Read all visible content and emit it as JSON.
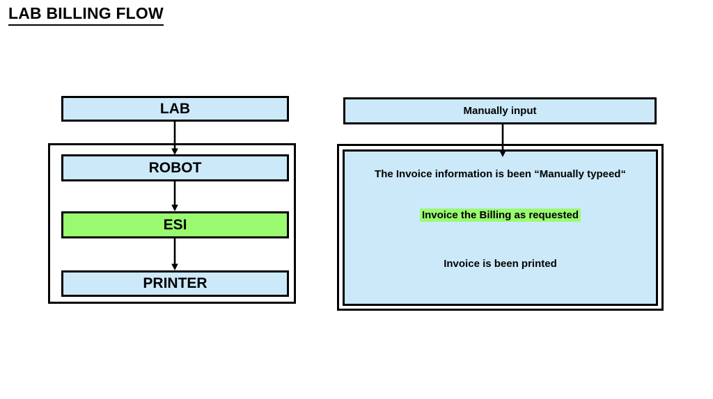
{
  "slide": {
    "title": "LAB BILLING FLOW",
    "background_color": "#FFFFFF"
  },
  "colors": {
    "node_fill_blue": "#CCE9F9",
    "highlight_green": "#99FA70",
    "border": "#000000",
    "text": "#000000"
  },
  "left_flow": {
    "source_node": {
      "label": "LAB",
      "fill": "#CCE9F9"
    },
    "group_label": "",
    "nodes": [
      {
        "label": "ROBOT",
        "fill": "#CCE9F9"
      },
      {
        "label": "ESI",
        "fill": "#99FA70"
      },
      {
        "label": "PRINTER",
        "fill": "#CCE9F9"
      }
    ],
    "connectors": [
      {
        "from": "LAB",
        "to": "ROBOT",
        "type": "arrow-down"
      },
      {
        "from": "ROBOT",
        "to": "ESI",
        "type": "arrow-down"
      },
      {
        "from": "ESI",
        "to": "PRINTER",
        "type": "arrow-down"
      }
    ]
  },
  "right_flow": {
    "source_node": {
      "label": "Manually input",
      "fill": "#CCE9F9"
    },
    "connectors": [
      {
        "from": "Manually input",
        "to": "panel",
        "type": "arrow-down"
      }
    ],
    "panel": {
      "fill": "#CCE9F9",
      "lines": [
        {
          "text": "The Invoice information is been “Manually typeed“",
          "highlighted": false
        },
        {
          "text": "Invoice the Billing as requested",
          "highlighted": true,
          "highlight_color": "#99FA70"
        },
        {
          "text": "Invoice is been printed",
          "highlighted": false
        }
      ]
    }
  }
}
